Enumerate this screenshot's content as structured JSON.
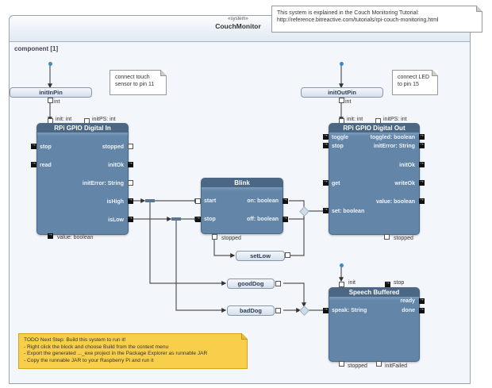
{
  "system": {
    "stereotype": "«system»",
    "name": "CouchMonitor",
    "component_label": "component [1]"
  },
  "notes": {
    "tutorial": {
      "line1": "This system is explained in the Couch Monitoring Tutorial:",
      "line2": "http://reference.bitreactive.com/tutorials/rpi-couch-monitoring.html"
    },
    "touch": {
      "line1": "connect touch",
      "line2": "sensor to pin 11"
    },
    "led": {
      "line1": "connect LED",
      "line2": "to pin 15"
    },
    "todo": {
      "line1": "TODO Next Step: Build this system to run it!",
      "line2": "- Right click the block and choose Build from the context menu",
      "line3": "- Export the generated ..._exe project in the Package Explorer as runnable JAR",
      "line4": "- Copy the runnable JAR to your Raspberry Pi and run it"
    }
  },
  "operations": {
    "initInPin": {
      "label": "initInPin",
      "out": "int"
    },
    "initOutPin": {
      "label": "initOutPin",
      "out": "int"
    },
    "setLow": {
      "label": "setLow"
    },
    "goodDog": {
      "label": "goodDog"
    },
    "badDog": {
      "label": "badDog"
    }
  },
  "blocks": {
    "gpioIn": {
      "title": "RPi GPIO Digital In",
      "top_pins": [
        "init: int",
        "initPS: int"
      ],
      "inputs": [
        "stop",
        "read"
      ],
      "outputs": [
        "stopped",
        "initOk",
        "initError: String",
        "isHigh",
        "isLow"
      ],
      "bottom_pins": [
        "value: boolean"
      ]
    },
    "gpioOut": {
      "title": "RPi GPIO Digital Out",
      "top_pins": [
        "init: int",
        "initPS: int"
      ],
      "inputs": [
        "toggle",
        "stop",
        "get",
        "set: boolean"
      ],
      "outputs": [
        "toggled: boolean",
        "initError: String",
        "initOk",
        "writeOk",
        "value: boolean"
      ],
      "bottom_pins": [
        "stopped"
      ]
    },
    "blink": {
      "title": "Blink",
      "inputs": [
        "start",
        "stop"
      ],
      "outputs": [
        "on: boolean",
        "off: boolean"
      ],
      "bottom_pins": [
        "stopped"
      ]
    },
    "speech": {
      "title": "Speech Buffered",
      "top_pins": [
        "init",
        "stop"
      ],
      "inputs": [
        "speak: String"
      ],
      "outputs": [
        "ready",
        "done"
      ],
      "bottom_pins": [
        "stopped",
        "initFailed"
      ]
    }
  }
}
